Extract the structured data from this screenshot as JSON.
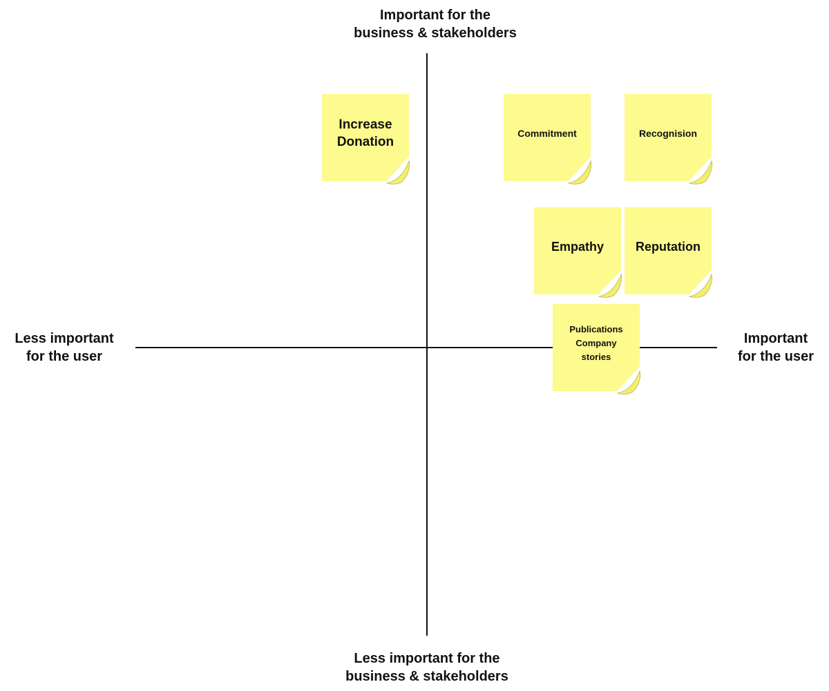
{
  "axes": {
    "top": "Important for the\nbusiness & stakeholders",
    "bottom": "Less important for the\nbusiness & stakeholders",
    "left": "Less important\nfor the user",
    "right": "Important\nfor the user"
  },
  "notes": [
    {
      "id": "increase-donation",
      "text": "Increase\nDonation"
    },
    {
      "id": "commitment",
      "text": "Commitment"
    },
    {
      "id": "recognision",
      "text": "Recognision"
    },
    {
      "id": "empathy",
      "text": "Empathy"
    },
    {
      "id": "reputation",
      "text": "Reputation"
    },
    {
      "id": "publications",
      "text": "Publications\nCompany\nstories"
    }
  ],
  "colors": {
    "note": "#fdfa8e",
    "note_curl": "#f4ee6a",
    "axis": "#111111",
    "text": "#111111"
  }
}
